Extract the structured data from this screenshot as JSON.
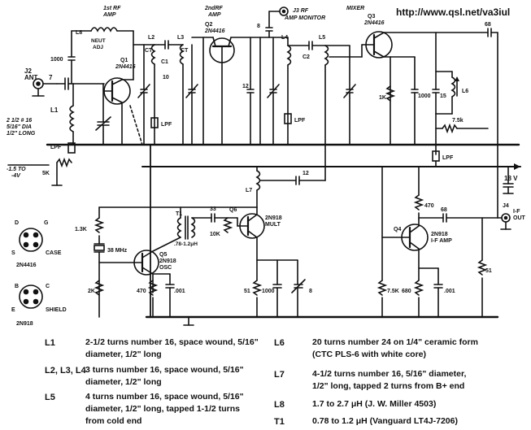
{
  "url": "http://www.qsl.net/va3iul",
  "stage_labels": {
    "rf1": [
      "1st RF",
      "AMP"
    ],
    "rf2": [
      "2ndRF",
      "AMP"
    ],
    "mixer": "MIXER",
    "monitor": [
      "J3 RF",
      "AMP MONITOR"
    ],
    "if_amp_out": [
      "J4",
      "I-F",
      "OUT"
    ]
  },
  "components": {
    "j2": [
      "J2",
      "ANT"
    ],
    "l8": "L8",
    "neut": [
      "NEUT",
      "ADJ"
    ],
    "q1": [
      "Q1",
      "2N4416"
    ],
    "q2": [
      "Q2",
      "2N4416"
    ],
    "q3": [
      "Q3",
      "2N4416"
    ],
    "q4": "Q4",
    "q4_type": [
      "2N918",
      "I-F AMP"
    ],
    "q5": [
      "Q5",
      "2N918",
      "OSC"
    ],
    "q6": "Q6",
    "q6_type": [
      "2N918",
      "MULT"
    ],
    "l1": "L1",
    "l1_note": [
      "2 1/2 # 16",
      "5/16\" DIA",
      "1/2\" LONG"
    ],
    "l2": "L2",
    "l3": "L3",
    "l4": "L4",
    "l5": "L5",
    "l6": "L6",
    "l7": "L7",
    "t1": "T1",
    "t1_value": ".78-1.2μH",
    "ct1": "CT",
    "ct2": "CT",
    "c1": "C1",
    "c1_value": "10",
    "c2": "C2",
    "crystal": "38 MHz",
    "lpf": "LPF",
    "bias": [
      "-1.5 TO",
      "-4V"
    ],
    "pot": "5K",
    "supply": "18 V",
    "cap_7": "7",
    "cap_1000": "1000",
    "cap_8": "8",
    "cap_12": "12",
    "cap_68": "68",
    "cap_15": "15",
    "cap_33": "33",
    "cap_001": ".001",
    "cap_51": "51",
    "cap_12b": "12",
    "r_1k": "1K",
    "r_7_5k": "7.5k",
    "r_1_3k": "1.3K",
    "r_10k": "10K",
    "r_2k": "2K",
    "r_470": "470",
    "r_680": "680",
    "r_7_5k_b": "7.5K"
  },
  "pinouts": {
    "fet": {
      "pins": [
        "D",
        "G",
        "S",
        "CASE"
      ],
      "type": "2N4416"
    },
    "bjt": {
      "pins": [
        "B",
        "C",
        "E",
        "SHIELD"
      ],
      "type": "2N918"
    }
  },
  "coil_table": [
    {
      "key": "L1",
      "desc": [
        "2-1/2 turns number 16, space wound, 5/16\"",
        "diameter, 1/2\" long"
      ]
    },
    {
      "key": "L2, L3, L4",
      "desc": [
        "3 turns number 16, space wound, 5/16\"",
        "diameter, 1/2\" long"
      ]
    },
    {
      "key": "L5",
      "desc": [
        "4 turns number 16, space wound, 5/16\"",
        "diameter, 1/2\" long, tapped 1-1/2 turns",
        "from cold end"
      ]
    },
    {
      "key": "L6",
      "desc": [
        "20 turns number 24 on 1/4\" ceramic form",
        "(CTC PLS-6 with white core)"
      ]
    },
    {
      "key": "L7",
      "desc": [
        "4-1/2 turns number 16, 5/16\" diameter,",
        "1/2\" long, tapped 2 turns from B+ end"
      ]
    },
    {
      "key": "L8",
      "desc": [
        "1.7 to 2.7 μH (J. W. Miller 4503)"
      ]
    },
    {
      "key": "T1",
      "desc": [
        "0.78 to 1.2 μH (Vanguard LT4J-7206)"
      ]
    }
  ]
}
